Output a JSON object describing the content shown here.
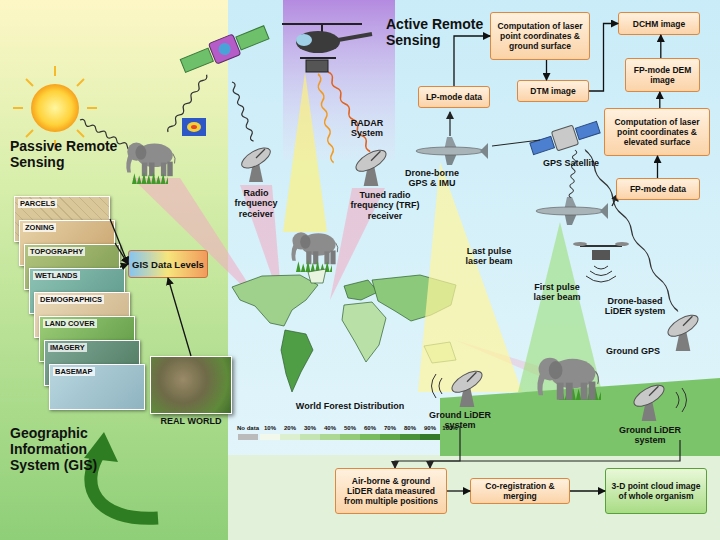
{
  "diagram": {
    "nodes": [
      {
        "text": [
          "PARCELS"
        ]
      },
      {
        "text": [
          "ZONING"
        ]
      },
      {
        "text": [
          "TOPOGRAPHY"
        ]
      },
      {
        "text": [
          "WETLANDS"
        ]
      },
      {
        "text": [
          "DEMOGRAPHICS"
        ]
      },
      {
        "text": [
          "LAND COVER"
        ]
      },
      {
        "text": [
          "IMAGERY"
        ]
      },
      {
        "text": [
          "BASEMAP"
        ]
      },
      {
        "text": [
          "GIS Data Levels"
        ]
      },
      {
        "text": [
          "REAL WORLD"
        ]
      },
      {
        "text": [
          "LP-mode data"
        ]
      },
      {
        "text": [
          "Computation of laser point coordinates & ground surface"
        ]
      },
      {
        "text": [
          "DTM image"
        ]
      },
      {
        "text": [
          "DCHM image"
        ]
      },
      {
        "text": [
          "FP-mode DEM image"
        ]
      },
      {
        "text": [
          "Computation of laser point coordinates & elevated surface"
        ]
      },
      {
        "text": [
          "FP-mode data"
        ]
      },
      {
        "text": [
          "Air-borne & ground LiDER data measured from multiple positions"
        ]
      },
      {
        "text": [
          "Co-registration & merging"
        ]
      },
      {
        "text": [
          "3-D point cloud image of whole organism"
        ]
      }
    ],
    "edges": [
      {
        "from": 0,
        "to": 8,
        "arrow": "to"
      },
      {
        "from": 1,
        "to": 8,
        "arrow": "to"
      },
      {
        "from": 2,
        "to": 8,
        "arrow": "to"
      },
      {
        "from": 9,
        "to": 8,
        "arrow": "to"
      },
      {
        "from": 10,
        "to": 11,
        "arrow": "to"
      },
      {
        "from": 11,
        "to": 12,
        "arrow": "to"
      },
      {
        "from": 12,
        "to": 13,
        "arrow": "to"
      },
      {
        "from": 14,
        "to": 13,
        "arrow": "to"
      },
      {
        "from": 16,
        "to": 15,
        "arrow": "to"
      },
      {
        "from": 15,
        "to": 14,
        "arrow": "to"
      },
      {
        "from": 17,
        "to": 18,
        "arrow": "to"
      },
      {
        "from": 18,
        "to": 19,
        "arrow": "to"
      }
    ],
    "labels": [
      "Passive Remote Sensing",
      "Active Remote Sensing",
      "Geographic Information System (GIS)",
      "Radio frequency receiver",
      "RADAR System",
      "Tuned radio frequency (TRF) receiver",
      "Drone-borne GPS & IMU",
      "GPS Satellite",
      "Last pulse laser beam",
      "First pulse laser beam",
      "Drone-based LiDER system",
      "Ground GPS",
      "Ground LiDER system",
      "Ground LiDER system",
      "World Forest Distribution",
      "No data",
      "10%",
      "20%",
      "30%",
      "40%",
      "50%",
      "60%",
      "70%",
      "80%",
      "90%",
      "100%"
    ]
  }
}
